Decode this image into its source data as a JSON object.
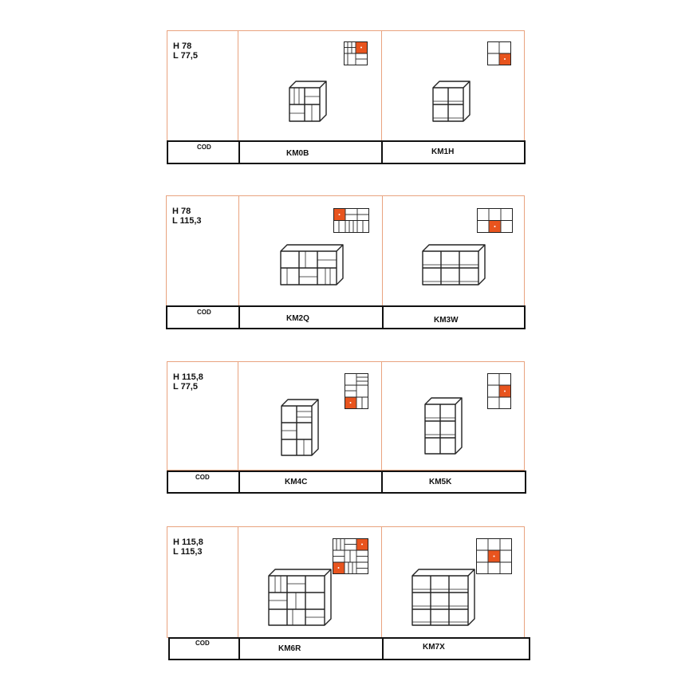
{
  "rows": [
    {
      "dims": [
        "H 78",
        "L 77,5"
      ],
      "cod": "COD",
      "items": [
        {
          "code": "KM0B",
          "diagram": "mixed",
          "highlight": "top-right",
          "icon": "bookcase-2x2-mixed-icon"
        },
        {
          "code": "KM1H",
          "diagram": "grid2x2",
          "highlight": "bottom-right",
          "icon": "bookcase-2x2-icon"
        }
      ]
    },
    {
      "dims": [
        "H 78",
        "L 115,3"
      ],
      "cod": "COD",
      "items": [
        {
          "code": "KM2Q",
          "diagram": "mixed",
          "highlight": "top-left",
          "icon": "bookcase-3x2-mixed-icon"
        },
        {
          "code": "KM3W",
          "diagram": "grid3x2",
          "highlight": "bottom-middle",
          "icon": "bookcase-3x2-icon"
        }
      ]
    },
    {
      "dims": [
        "H 115,8",
        "L 77,5"
      ],
      "cod": "COD",
      "items": [
        {
          "code": "KM4C",
          "diagram": "mixed",
          "highlight": "bottom-left",
          "icon": "bookcase-2x3-mixed-icon"
        },
        {
          "code": "KM5K",
          "diagram": "grid2x3",
          "highlight": "middle-right",
          "icon": "bookcase-2x3-icon"
        }
      ]
    },
    {
      "dims": [
        "H 115,8",
        "L 115,3"
      ],
      "cod": "COD",
      "items": [
        {
          "code": "KM6R",
          "diagram": "mixed",
          "highlight": "top-right+bottom-left",
          "icon": "bookcase-3x3-mixed-icon"
        },
        {
          "code": "KM7X",
          "diagram": "grid3x3",
          "highlight": "center",
          "icon": "bookcase-3x3-icon"
        }
      ]
    }
  ],
  "colors": {
    "frame": "#e9a37f",
    "highlight": "#e8541e",
    "line": "#111111"
  }
}
